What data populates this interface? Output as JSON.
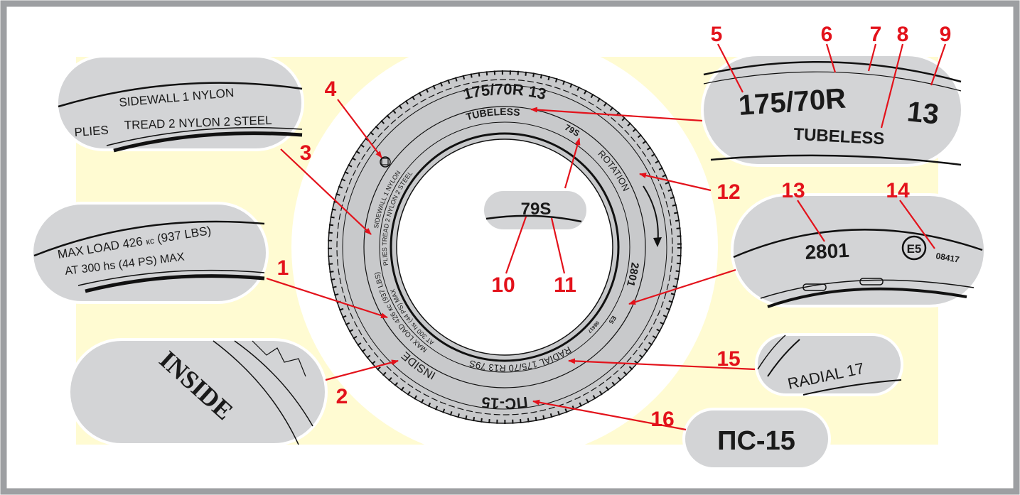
{
  "colors": {
    "frame": "#9d9fa2",
    "background": "#fffbd2",
    "tire": "#c8c9cb",
    "callout": "#e3121b",
    "pill": "#d3d4d6"
  },
  "tire": {
    "size": "175/70R 13",
    "tubeless": "TUBELESS",
    "load_speed": "79S",
    "rotation": "ROTATION",
    "date_code": "2801",
    "approval_mark": "E5",
    "approval_number": "08417",
    "radial": "RADIAL 175/70 R13 79S",
    "model": "ПC-15",
    "inside": "INSIDE",
    "max_load": "MAX LOAD 426 кс (937 LBS)",
    "max_pressure": "AT 300 hs (44 PS) MAX",
    "sidewall_plies": "SIDEWALL 1 NYLON",
    "tread_plies": "PLIES TREAD 2 NYLON 2 STEEL"
  },
  "callouts": {
    "plies": {
      "line1": "SIDEWALL 1 NYLON",
      "label": "PLIES",
      "line2": "TREAD 2 NYLON 2 STEEL"
    },
    "load": {
      "line1": "MAX LOAD 426",
      "unit": "кс",
      "line1b": "(937 LBS)",
      "line2": "AT 300 hs (44 PS) MAX"
    },
    "inside": "INSIDE",
    "size": {
      "width_ratio": "175/70R",
      "rim": "13",
      "tubeless": "TUBELESS"
    },
    "speed": "79S",
    "date": {
      "code": "2801",
      "mark": "E5",
      "number": "08417"
    },
    "radial": "RADIAL 17",
    "model": "ПС-15"
  },
  "numbers": [
    "1",
    "2",
    "3",
    "4",
    "5",
    "6",
    "7",
    "8",
    "9",
    "10",
    "11",
    "12",
    "13",
    "14",
    "15",
    "16"
  ]
}
